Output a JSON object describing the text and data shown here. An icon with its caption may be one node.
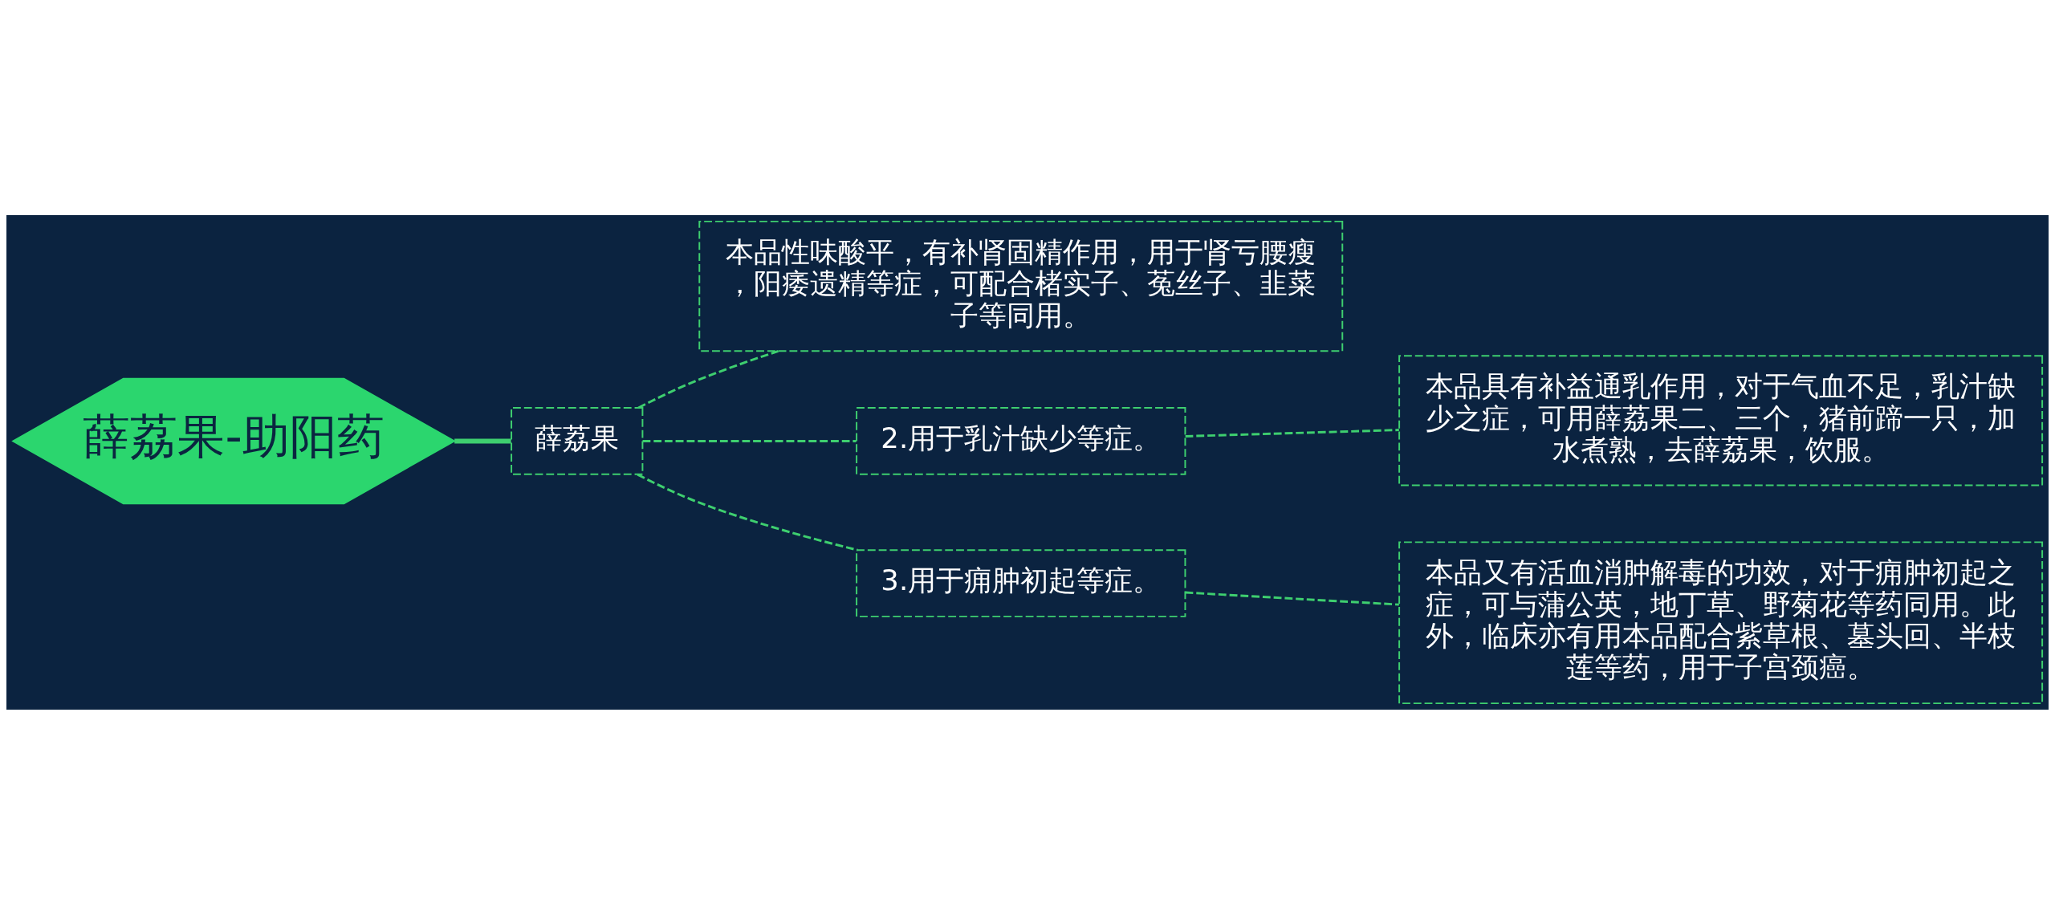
{
  "diagram": {
    "nodes": [
      {
        "text": [
          "薛荔果-助阳药"
        ]
      },
      {
        "text": [
          "薛荔果"
        ]
      },
      {
        "text": [
          "本品性味酸平，有补肾固精作用，用于肾亏腰瘦，阳痿遗精等症，可配合楮实子、菟丝子、韭菜子等同用。"
        ]
      },
      {
        "text": [
          "2.用于乳汁缺少等症。"
        ]
      },
      {
        "text": [
          "本品具有补益通乳作用，对于气血不足，乳汁缺少之症，可用薛荔果二、三个，猪前蹄一只，加水煮熟，去薛荔果，饮服。"
        ]
      },
      {
        "text": [
          "3.用于痈肿初起等症。"
        ]
      },
      {
        "text": [
          "本品又有活血消肿解毒的功效，对于痈肿初起之症，可与蒲公英，地丁草、野菊花等药同用。此外，临床亦有用本品配合紫草根、墓头回、半枝莲等药，用于子宫颈癌。"
        ]
      }
    ],
    "edges": [
      {
        "from": 0,
        "to": 1,
        "arrow": "none"
      },
      {
        "from": 1,
        "to": 2,
        "arrow": "none",
        "style": "dashed"
      },
      {
        "from": 1,
        "to": 3,
        "arrow": "none",
        "style": "dashed"
      },
      {
        "from": 1,
        "to": 5,
        "arrow": "none",
        "style": "dashed"
      },
      {
        "from": 3,
        "to": 4,
        "arrow": "none",
        "style": "dashed"
      },
      {
        "from": 5,
        "to": 6,
        "arrow": "none",
        "style": "dashed"
      }
    ]
  }
}
